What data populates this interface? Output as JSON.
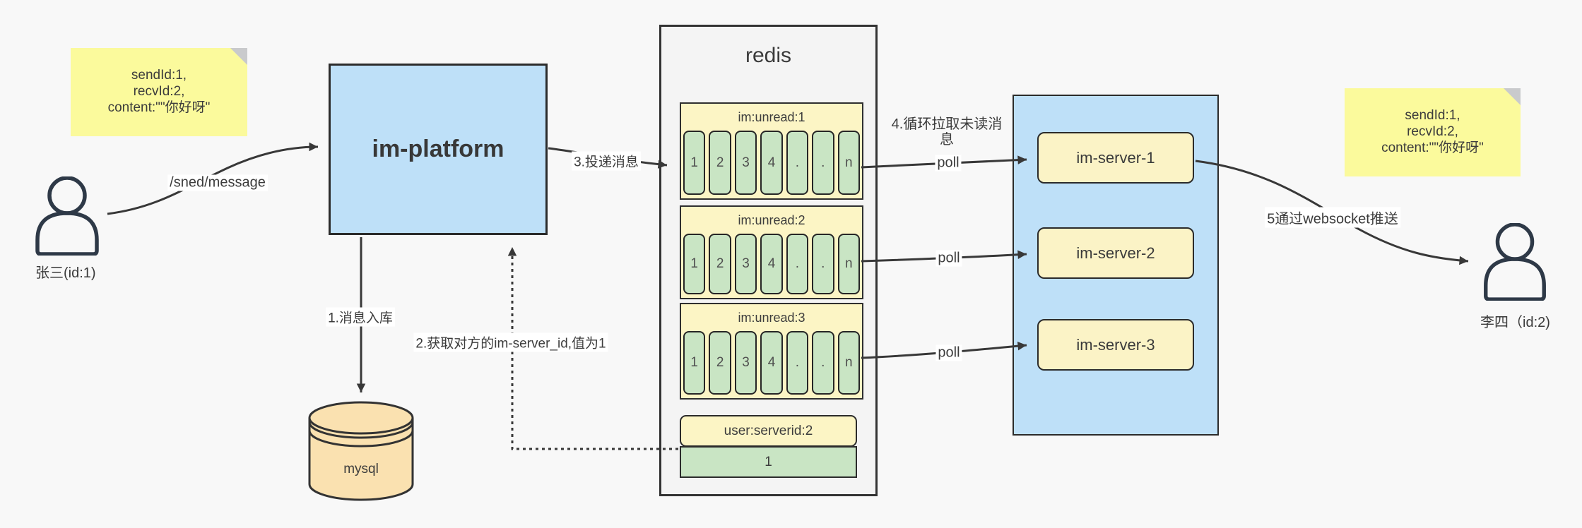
{
  "colors": {
    "background": "#f8f8f8",
    "stickyYellow": "#fbfa9c",
    "foldGray": "#c9cacc",
    "paleYellow": "#fcf5c5",
    "cellGreen": "#c9e5c4",
    "boxBlue": "#bee0f8",
    "mysqlOrange": "#fae1b0",
    "panelGray": "#f4f4f4",
    "line": "#383838",
    "text": "#3c3c3c"
  },
  "notes": {
    "left": {
      "lines": [
        "sendId:1,",
        "recvId:2,",
        "content:\"\"你好呀\""
      ]
    },
    "right": {
      "lines": [
        "sendId:1,",
        "recvId:2,",
        "content:\"\"你好呀\""
      ]
    }
  },
  "actors": {
    "sender": {
      "label": "张三(id:1)"
    },
    "receiver": {
      "label": "李四（id:2)"
    }
  },
  "platform": {
    "label": "im-platform"
  },
  "mysql": {
    "label": "mysql"
  },
  "redis": {
    "title": "redis",
    "queues": [
      {
        "title": "im:unread:1",
        "cells": [
          "1",
          "2",
          "3",
          "4",
          ".",
          ".",
          "n"
        ]
      },
      {
        "title": "im:unread:2",
        "cells": [
          "1",
          "2",
          "3",
          "4",
          ".",
          ".",
          "n"
        ]
      },
      {
        "title": "im:unread:3",
        "cells": [
          "1",
          "2",
          "3",
          "4",
          ".",
          ".",
          "n"
        ]
      }
    ],
    "mapping": {
      "title": "user:serverid:2",
      "value": "1"
    }
  },
  "servers": [
    {
      "label": "im-server-1"
    },
    {
      "label": "im-server-2"
    },
    {
      "label": "im-server-3"
    }
  ],
  "edges": {
    "send": "/sned/message",
    "step1": "1.消息入库",
    "step2": "2.获取对方的im-server_id,值为1",
    "step3": "3.投递消息",
    "step4": "4.循环拉取未读消息",
    "step5": "5通过websocket推送",
    "poll": "poll"
  }
}
